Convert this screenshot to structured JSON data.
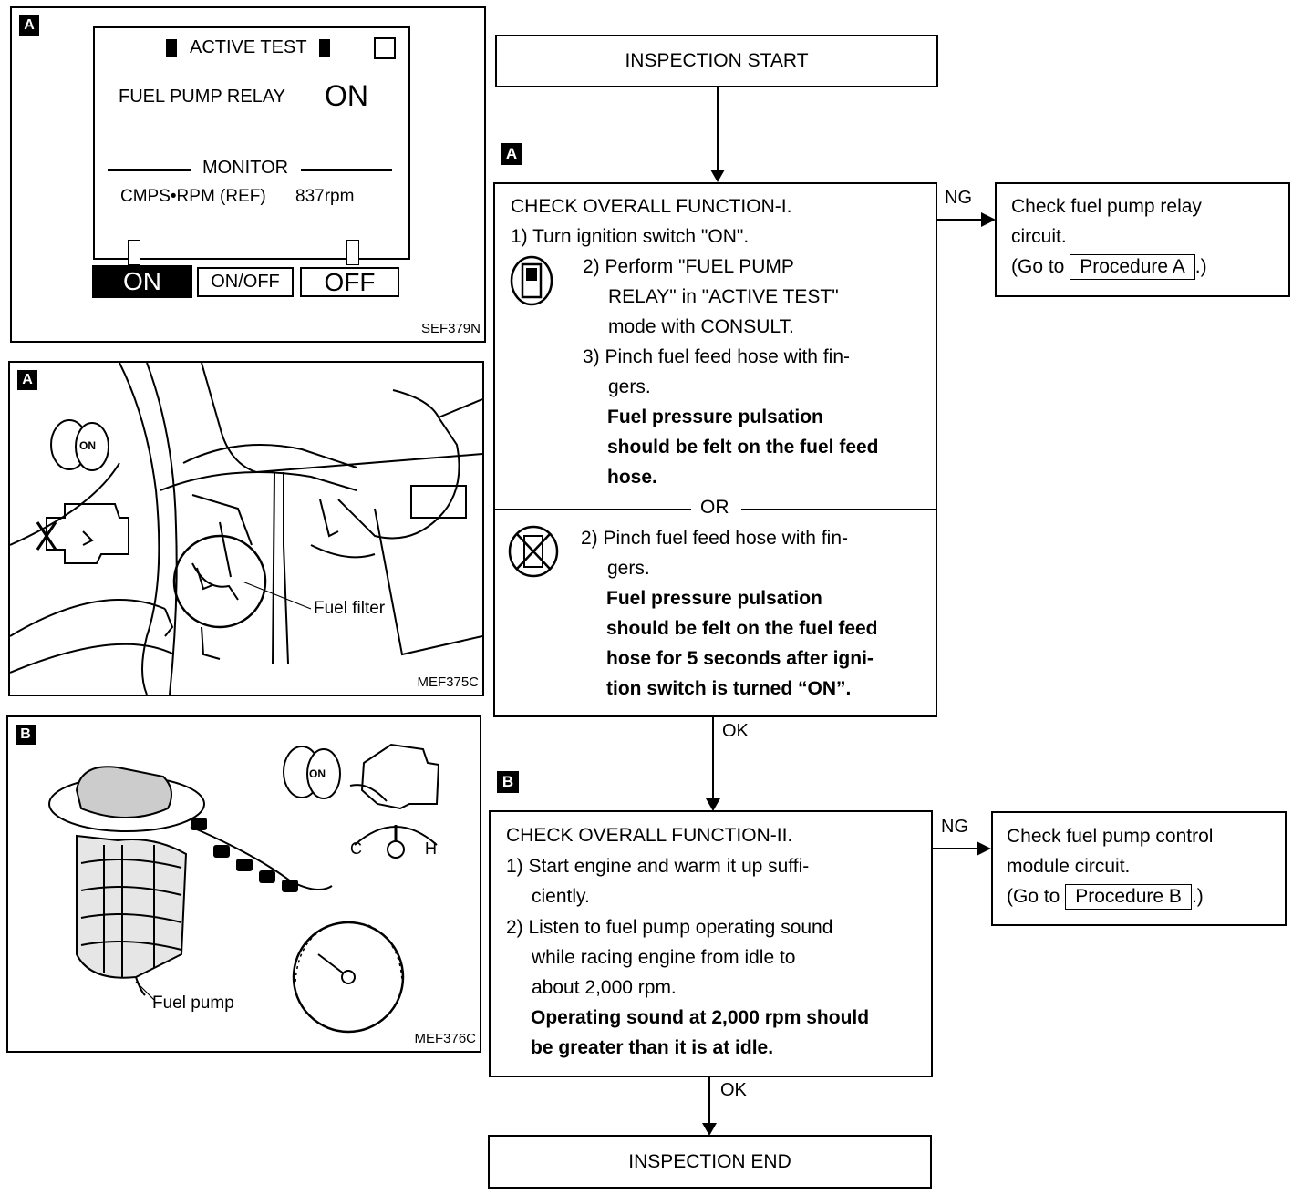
{
  "panel1": {
    "tag": "A",
    "screen_title": "ACTIVE TEST",
    "item": "FUEL PUMP RELAY",
    "item_value": "ON",
    "monitor": "MONITOR",
    "monitor_item": "CMPS•RPM (REF)",
    "monitor_value": "837rpm",
    "btn_on": "ON",
    "btn_onoff": "ON/OFF",
    "btn_off": "OFF",
    "code": "SEF379N"
  },
  "panel2": {
    "tag": "A",
    "on_label": "ON",
    "callout": "Fuel filter",
    "code": "MEF375C"
  },
  "panel3": {
    "tag": "B",
    "on_label": "ON",
    "gauge_c": "C",
    "gauge_h": "H",
    "callout": "Fuel pump",
    "code": "MEF376C"
  },
  "flow": {
    "start": "INSPECTION START",
    "tag_a": "A",
    "tag_b": "B",
    "check1": {
      "title": "CHECK OVERALL FUNCTION-I.",
      "s1": "1) Turn ignition switch \"ON\".",
      "s2_l1": "2) Perform \"FUEL PUMP",
      "s2_l2": "RELAY\" in \"ACTIVE TEST\"",
      "s2_l3": "mode with CONSULT.",
      "s3_l1": "3) Pinch fuel feed hose with fin-",
      "s3_l2": "gers.",
      "r1_l1": "Fuel pressure pulsation",
      "r1_l2": "should be felt on the fuel feed",
      "r1_l3": "hose.",
      "or": "OR",
      "alt_l1": "2) Pinch fuel feed hose with fin-",
      "alt_l2": "gers.",
      "r2_l1": "Fuel pressure pulsation",
      "r2_l2": "should be felt on the fuel feed",
      "r2_l3": "hose for 5 seconds after igni-",
      "r2_l4": "tion switch is turned “ON”."
    },
    "ng1": "NG",
    "ng1_box": {
      "l1": "Check fuel pump relay",
      "l2": "circuit.",
      "l3_pre": "(Go to",
      "l3_proc": "Procedure A",
      "l3_post": ".)"
    },
    "ok1": "OK",
    "check2": {
      "title": "CHECK OVERALL FUNCTION-II.",
      "s1_l1": "1) Start engine and warm it up suffi-",
      "s1_l2": "ciently.",
      "s2_l1": "2) Listen to fuel pump operating sound",
      "s2_l2": "while racing engine from idle to",
      "s2_l3": "about 2,000 rpm.",
      "r_l1": "Operating sound at 2,000 rpm should",
      "r_l2": "be greater than it is at idle."
    },
    "ng2": "NG",
    "ng2_box": {
      "l1": "Check fuel pump control",
      "l2": "module circuit.",
      "l3_pre": "(Go to",
      "l3_proc": "Procedure B",
      "l3_post": ".)"
    },
    "ok2": "OK",
    "end": "INSPECTION END"
  }
}
